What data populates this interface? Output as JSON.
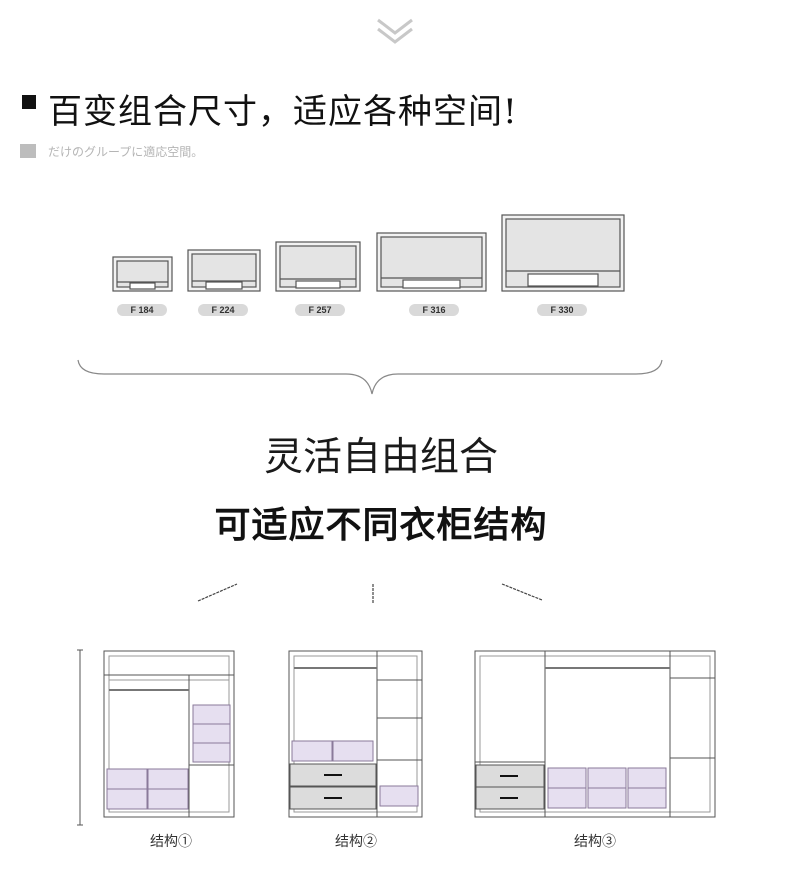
{
  "header": {
    "title": "百变组合尺寸，适应各种空间!",
    "subtitle": "だけのグループに適応空間。"
  },
  "sizes": [
    {
      "label": "F 184"
    },
    {
      "label": "F 224"
    },
    {
      "label": "F 257"
    },
    {
      "label": "F 316"
    },
    {
      "label": "F 330"
    }
  ],
  "slogan": {
    "line1": "灵活自由组合",
    "line2": "可适应不同衣柜结构"
  },
  "structures": [
    {
      "label": "结构①"
    },
    {
      "label": "结构②"
    },
    {
      "label": "结构③"
    }
  ],
  "colors": {
    "box_fill": "#e6dff0",
    "box_stroke": "#8a7a9a",
    "drawer_fill": "#dcdcdc",
    "line": "#555555"
  }
}
